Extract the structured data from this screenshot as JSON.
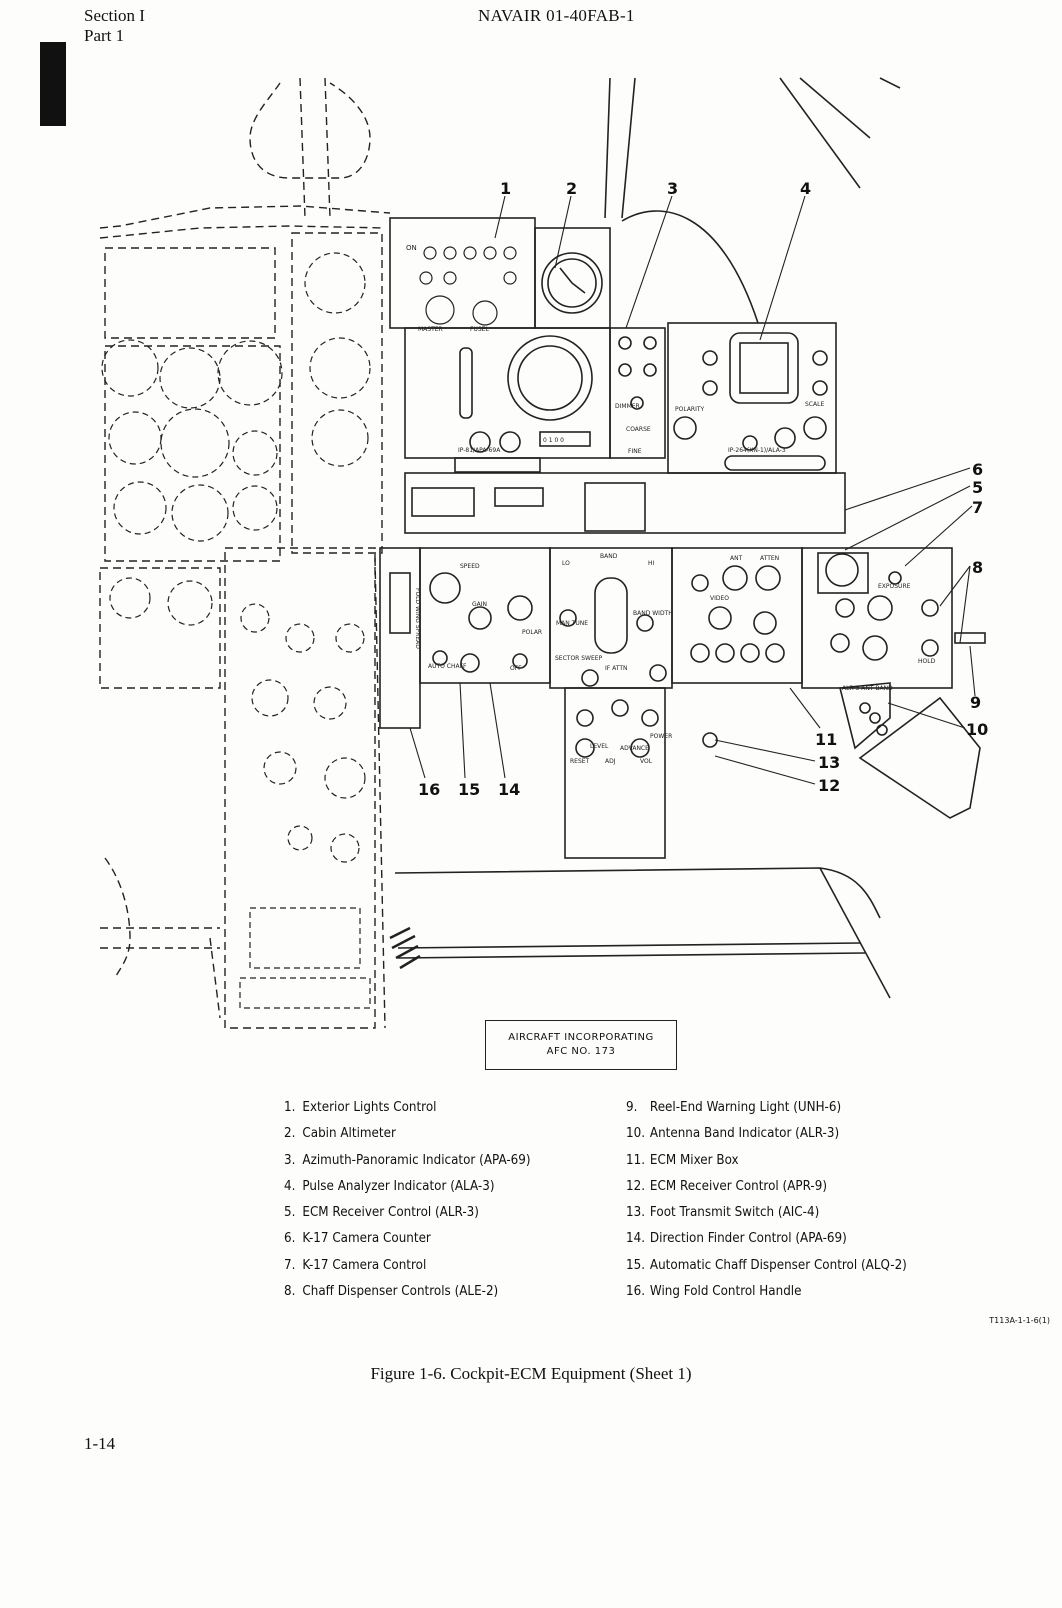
{
  "header": {
    "section": "Section I",
    "part": "Part 1",
    "document": "NAVAIR 01-40FAB-1"
  },
  "figure": {
    "callouts": [
      "1",
      "2",
      "3",
      "4",
      "5",
      "6",
      "7",
      "8",
      "9",
      "10",
      "11",
      "12",
      "13",
      "14",
      "15",
      "16"
    ],
    "panel_labels": {
      "apa": "IP-81/APA-69A",
      "ala": "IP-264(XN-1)/ALA-3",
      "counter": "0 1 0 0",
      "master": "MASTER",
      "fusel": "FUSEL",
      "polarity": "POLARITY",
      "scale": "SCALE",
      "dimmer": "DIMMER",
      "coarse": "COARSE",
      "fine": "FINE",
      "band": "BAND",
      "lo": "LO",
      "hi": "HI",
      "speed": "SPEED",
      "gain": "GAIN",
      "polar": "POLAR",
      "man_tune": "MAN TUNE",
      "band_width": "BAND WIDTH",
      "sector_sweep": "SECTOR SWEEP",
      "if_atten": "IF ATTN",
      "level": "LEVEL",
      "advance": "ADVANCE",
      "power": "POWER",
      "reset": "RESET",
      "adj": "ADJ",
      "vol": "VOL",
      "ant": "ANT",
      "atten": "ATTEN",
      "video": "VIDEO",
      "exposure": "EXPOSURE",
      "alr3": "ALR-3 ANT BAND",
      "hold": "HOLD",
      "fold_wing": "FOLD WING SPREAD",
      "auto_chaff": "AUTO CHAFF",
      "off": "OFF"
    }
  },
  "afc_box": {
    "line1": "AIRCRAFT INCORPORATING",
    "line2": "AFC NO. 173"
  },
  "legend": {
    "left": [
      {
        "num": "1.",
        "label": "Exterior Lights Control"
      },
      {
        "num": "2.",
        "label": "Cabin Altimeter"
      },
      {
        "num": "3.",
        "label": "Azimuth-Panoramic Indicator (APA-69)"
      },
      {
        "num": "4.",
        "label": "Pulse Analyzer Indicator (ALA-3)"
      },
      {
        "num": "5.",
        "label": "ECM Receiver Control (ALR-3)"
      },
      {
        "num": "6.",
        "label": "K-17 Camera Counter"
      },
      {
        "num": "7.",
        "label": "K-17 Camera Control"
      },
      {
        "num": "8.",
        "label": "Chaff Dispenser Controls (ALE-2)"
      }
    ],
    "right": [
      {
        "num": "9.",
        "label": "Reel-End Warning Light (UNH-6)"
      },
      {
        "num": "10.",
        "label": "Antenna Band Indicator (ALR-3)"
      },
      {
        "num": "11.",
        "label": "ECM Mixer Box"
      },
      {
        "num": "12.",
        "label": "ECM Receiver Control (APR-9)"
      },
      {
        "num": "13.",
        "label": "Foot Transmit Switch (AIC-4)"
      },
      {
        "num": "14.",
        "label": "Direction Finder Control (APA-69)"
      },
      {
        "num": "15.",
        "label": "Automatic Chaff Dispenser Control (ALQ-2)"
      },
      {
        "num": "16.",
        "label": "Wing Fold Control Handle"
      }
    ]
  },
  "figure_id": "T113A-1-1-6(1)",
  "caption": "Figure 1-6.  Cockpit-ECM Equipment (Sheet 1)",
  "page_number": "1-14"
}
